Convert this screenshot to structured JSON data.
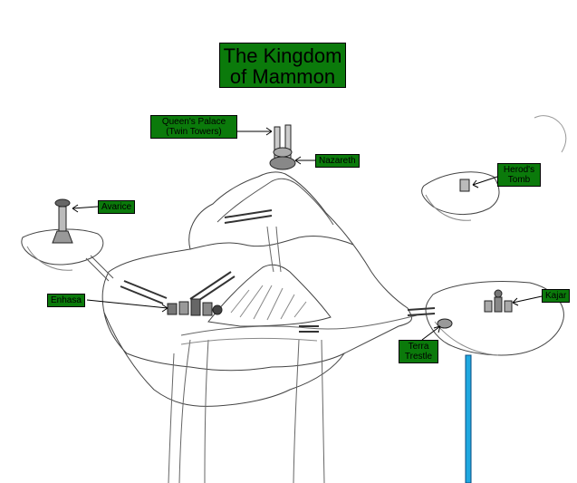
{
  "title": {
    "line1": "The Kingdom",
    "line2": "of Mammon"
  },
  "labels": {
    "queens_palace": {
      "line1": "Queen's Palace",
      "line2": "(Twin Towers)"
    },
    "nazareth": "Nazareth",
    "avarice": "Avarice",
    "herods_tomb": {
      "line1": "Herod's",
      "line2": "Tomb"
    },
    "enhasa": "Enhasa",
    "kajar": "Kajar",
    "terra_trestle": {
      "line1": "Terra",
      "line2": "Trestle"
    }
  },
  "colors": {
    "label_bg": "#0b7a0b",
    "trestle_beam": "#1fa8e0",
    "ink": "#333333"
  }
}
